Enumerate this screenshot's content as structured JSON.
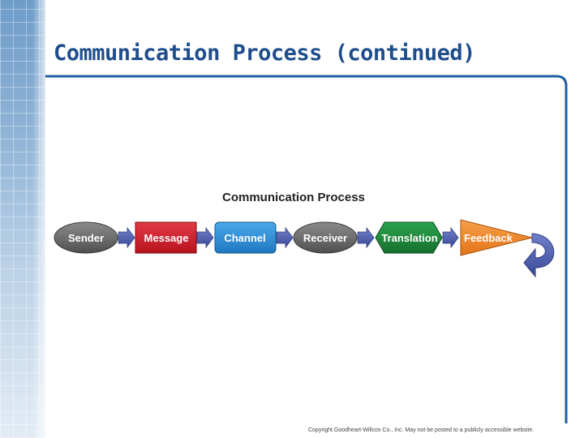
{
  "slide": {
    "title": "Communication Process (continued)",
    "copyright": "Copyright Goodheart-Willcox Co., Inc.  May not be posted to a publicly accessible website."
  },
  "diagram": {
    "title": "Communication Process",
    "steps": [
      {
        "label": "Sender",
        "shape": "ellipse",
        "color": "#6f6f6f"
      },
      {
        "label": "Message",
        "shape": "rectangle",
        "color": "#d0202e"
      },
      {
        "label": "Channel",
        "shape": "rounded-rectangle",
        "color": "#2c8fd6"
      },
      {
        "label": "Receiver",
        "shape": "ellipse",
        "color": "#6f6f6f"
      },
      {
        "label": "Translation",
        "shape": "hexagon",
        "color": "#1c8a3a"
      },
      {
        "label": "Feedback",
        "shape": "triangle",
        "color": "#f08a2a"
      }
    ],
    "connector_color": "#4f5fae",
    "loop_arrow_color": "#4f5fae"
  },
  "theme": {
    "title_color": "#1f4e8c",
    "frame_color": "#1f5fa0"
  }
}
